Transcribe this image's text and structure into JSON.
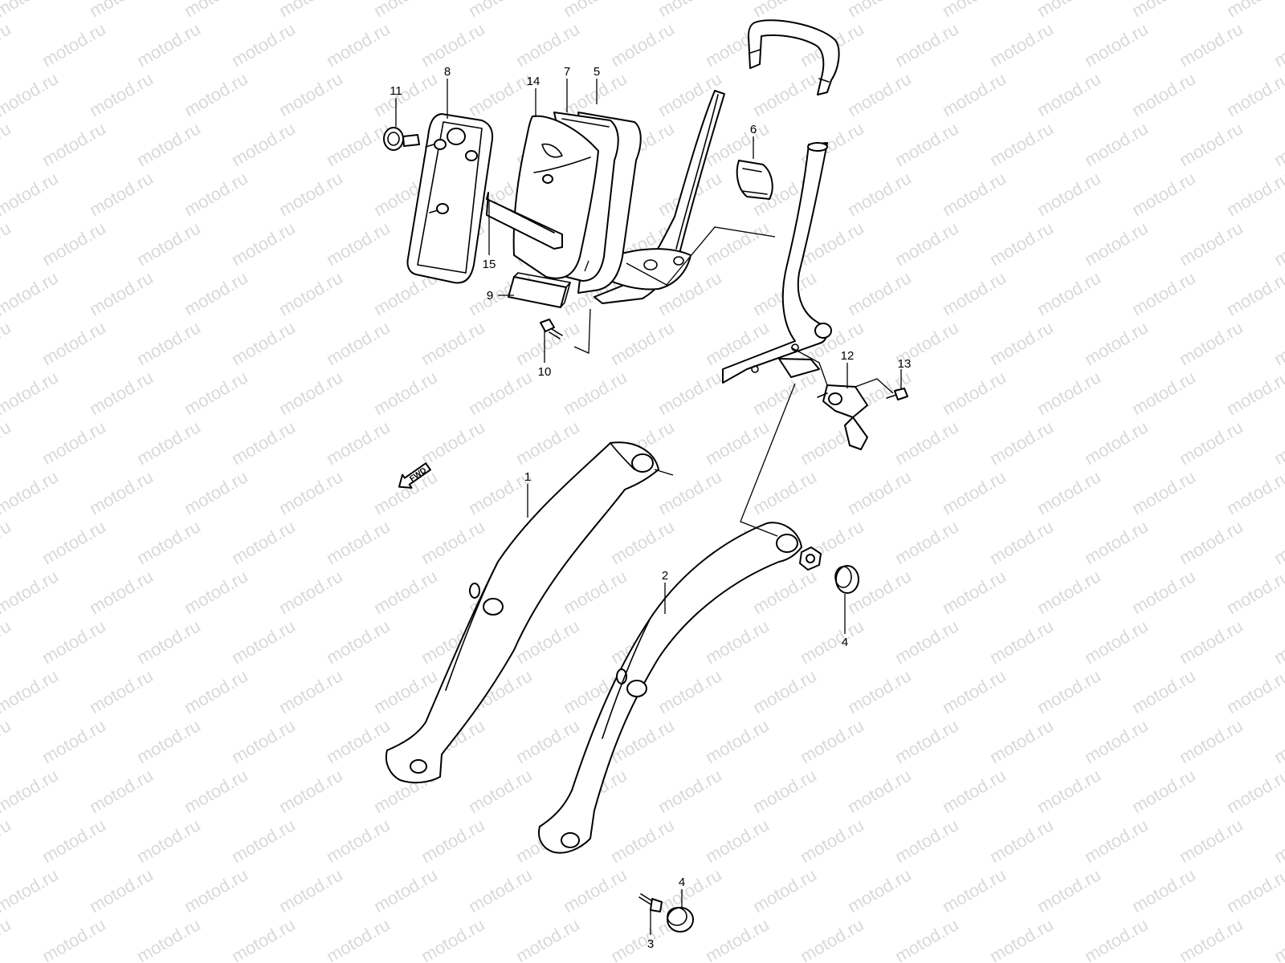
{
  "watermark": {
    "text": "motod.ru",
    "color": "#d9d9d9"
  },
  "direction_arrow": {
    "label": "FWD"
  },
  "callouts": [
    {
      "id": "c1",
      "label": "1"
    },
    {
      "id": "c2",
      "label": "2"
    },
    {
      "id": "c3",
      "label": "3"
    },
    {
      "id": "c4a",
      "label": "4"
    },
    {
      "id": "c4b",
      "label": "4"
    },
    {
      "id": "c5",
      "label": "5"
    },
    {
      "id": "c6",
      "label": "6"
    },
    {
      "id": "c7",
      "label": "7"
    },
    {
      "id": "c8",
      "label": "8"
    },
    {
      "id": "c9",
      "label": "9"
    },
    {
      "id": "c10",
      "label": "10"
    },
    {
      "id": "c11",
      "label": "11"
    },
    {
      "id": "c12",
      "label": "12"
    },
    {
      "id": "c13",
      "label": "13"
    },
    {
      "id": "c14",
      "label": "14"
    },
    {
      "id": "c15",
      "label": "15"
    }
  ]
}
